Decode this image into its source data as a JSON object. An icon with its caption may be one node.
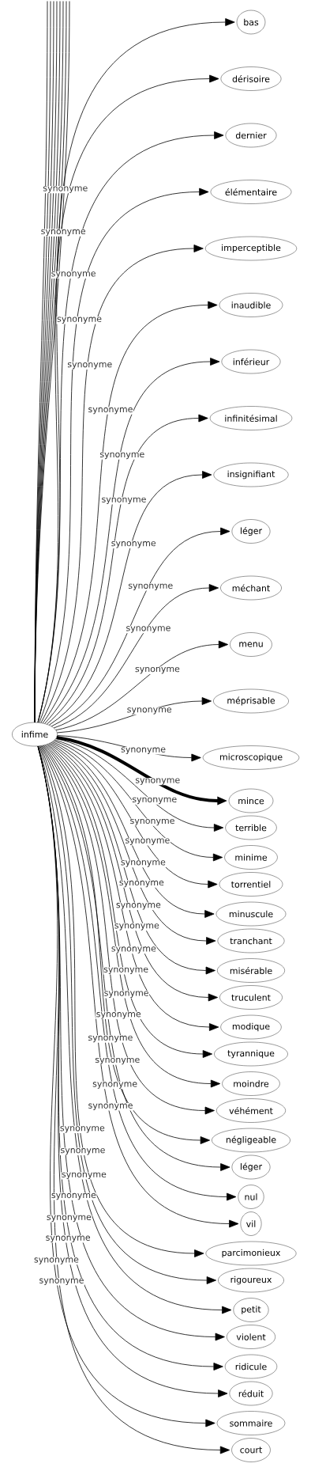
{
  "diagram": {
    "nodes": [
      {
        "text": [
          "infime"
        ]
      },
      {
        "text": [
          "bas"
        ]
      },
      {
        "text": [
          "dérisoire"
        ]
      },
      {
        "text": [
          "dernier"
        ]
      },
      {
        "text": [
          "élémentaire"
        ]
      },
      {
        "text": [
          "imperceptible"
        ]
      },
      {
        "text": [
          "inaudible"
        ]
      },
      {
        "text": [
          "inférieur"
        ]
      },
      {
        "text": [
          "infinitésimal"
        ]
      },
      {
        "text": [
          "insignifiant"
        ]
      },
      {
        "text": [
          "léger"
        ]
      },
      {
        "text": [
          "méchant"
        ]
      },
      {
        "text": [
          "menu"
        ]
      },
      {
        "text": [
          "méprisable"
        ]
      },
      {
        "text": [
          "microscopique"
        ]
      },
      {
        "text": [
          "mince"
        ]
      },
      {
        "text": [
          "terrible"
        ]
      },
      {
        "text": [
          "minime"
        ]
      },
      {
        "text": [
          "torrentiel"
        ]
      },
      {
        "text": [
          "minuscule"
        ]
      },
      {
        "text": [
          "tranchant"
        ]
      },
      {
        "text": [
          "misérable"
        ]
      },
      {
        "text": [
          "truculent"
        ]
      },
      {
        "text": [
          "modique"
        ]
      },
      {
        "text": [
          "tyrannique"
        ]
      },
      {
        "text": [
          "moindre"
        ]
      },
      {
        "text": [
          "véhément"
        ]
      },
      {
        "text": [
          "négligeable"
        ]
      },
      {
        "text": [
          "léger"
        ]
      },
      {
        "text": [
          "nul"
        ]
      },
      {
        "text": [
          "vil"
        ]
      },
      {
        "text": [
          "parcimonieux"
        ]
      },
      {
        "text": [
          "rigoureux"
        ]
      },
      {
        "text": [
          "petit"
        ]
      },
      {
        "text": [
          "violent"
        ]
      },
      {
        "text": [
          "ridicule"
        ]
      },
      {
        "text": [
          "réduit"
        ]
      },
      {
        "text": [
          "sommaire"
        ]
      },
      {
        "text": [
          "court"
        ]
      }
    ],
    "edges": [
      {
        "from": 0,
        "to": 1,
        "arrow": "to",
        "label": "synonyme"
      },
      {
        "from": 0,
        "to": 2,
        "arrow": "to",
        "label": "synonyme"
      },
      {
        "from": 0,
        "to": 3,
        "arrow": "to",
        "label": "synonyme"
      },
      {
        "from": 0,
        "to": 4,
        "arrow": "to",
        "label": "synonyme"
      },
      {
        "from": 0,
        "to": 5,
        "arrow": "to",
        "label": "synonyme"
      },
      {
        "from": 0,
        "to": 6,
        "arrow": "to",
        "label": "synonyme"
      },
      {
        "from": 0,
        "to": 7,
        "arrow": "to",
        "label": "synonyme"
      },
      {
        "from": 0,
        "to": 8,
        "arrow": "to",
        "label": "synonyme"
      },
      {
        "from": 0,
        "to": 9,
        "arrow": "to",
        "label": "synonyme"
      },
      {
        "from": 0,
        "to": 10,
        "arrow": "to",
        "label": "synonyme"
      },
      {
        "from": 0,
        "to": 11,
        "arrow": "to",
        "label": "synonyme"
      },
      {
        "from": 0,
        "to": 12,
        "arrow": "to",
        "label": "synonyme"
      },
      {
        "from": 0,
        "to": 13,
        "arrow": "to",
        "label": "synonyme"
      },
      {
        "from": 0,
        "to": 14,
        "arrow": "to",
        "label": "synonyme"
      },
      {
        "from": 0,
        "to": 15,
        "arrow": "to",
        "label": "synonyme",
        "style": "thick"
      },
      {
        "from": 0,
        "to": 16,
        "arrow": "to",
        "label": "synonyme"
      },
      {
        "from": 0,
        "to": 17,
        "arrow": "to",
        "label": "synonyme"
      },
      {
        "from": 0,
        "to": 18,
        "arrow": "to",
        "label": "synonyme"
      },
      {
        "from": 0,
        "to": 19,
        "arrow": "to",
        "label": "synonyme"
      },
      {
        "from": 0,
        "to": 20,
        "arrow": "to",
        "label": "synonyme"
      },
      {
        "from": 0,
        "to": 21,
        "arrow": "to",
        "label": "synonyme"
      },
      {
        "from": 0,
        "to": 22,
        "arrow": "to",
        "label": "synonyme"
      },
      {
        "from": 0,
        "to": 23,
        "arrow": "to",
        "label": "synonyme"
      },
      {
        "from": 0,
        "to": 24,
        "arrow": "to",
        "label": "synonyme"
      },
      {
        "from": 0,
        "to": 25,
        "arrow": "to",
        "label": "synonyme"
      },
      {
        "from": 0,
        "to": 26,
        "arrow": "to",
        "label": "synonyme"
      },
      {
        "from": 0,
        "to": 27,
        "arrow": "to",
        "label": "synonyme"
      },
      {
        "from": 0,
        "to": 28,
        "arrow": "to",
        "label": "synonyme"
      },
      {
        "from": 0,
        "to": 29,
        "arrow": "to",
        "label": "synonyme"
      },
      {
        "from": 0,
        "to": 30,
        "arrow": "to",
        "label": "synonyme"
      },
      {
        "from": 0,
        "to": 31,
        "arrow": "to",
        "label": "synonyme"
      },
      {
        "from": 0,
        "to": 32,
        "arrow": "to",
        "label": "synonyme"
      },
      {
        "from": 0,
        "to": 33,
        "arrow": "to",
        "label": "synonyme"
      },
      {
        "from": 0,
        "to": 34,
        "arrow": "to",
        "label": "synonyme"
      },
      {
        "from": 0,
        "to": 35,
        "arrow": "to",
        "label": "synonyme"
      },
      {
        "from": 0,
        "to": 36,
        "arrow": "to",
        "label": "synonyme"
      },
      {
        "from": 0,
        "to": 37,
        "arrow": "to",
        "label": "synonyme"
      },
      {
        "from": 0,
        "to": 38,
        "arrow": "to",
        "label": "synonyme"
      },
      {
        "from": 0,
        "to": null,
        "arrow": "none"
      },
      {
        "from": 0,
        "to": null,
        "arrow": "none"
      },
      {
        "from": 0,
        "to": null,
        "arrow": "none"
      },
      {
        "from": 0,
        "to": null,
        "arrow": "none"
      },
      {
        "from": 0,
        "to": null,
        "arrow": "none"
      },
      {
        "from": 0,
        "to": null,
        "arrow": "none"
      },
      {
        "from": 0,
        "to": null,
        "arrow": "none"
      },
      {
        "from": 0,
        "to": null,
        "arrow": "none"
      }
    ]
  }
}
